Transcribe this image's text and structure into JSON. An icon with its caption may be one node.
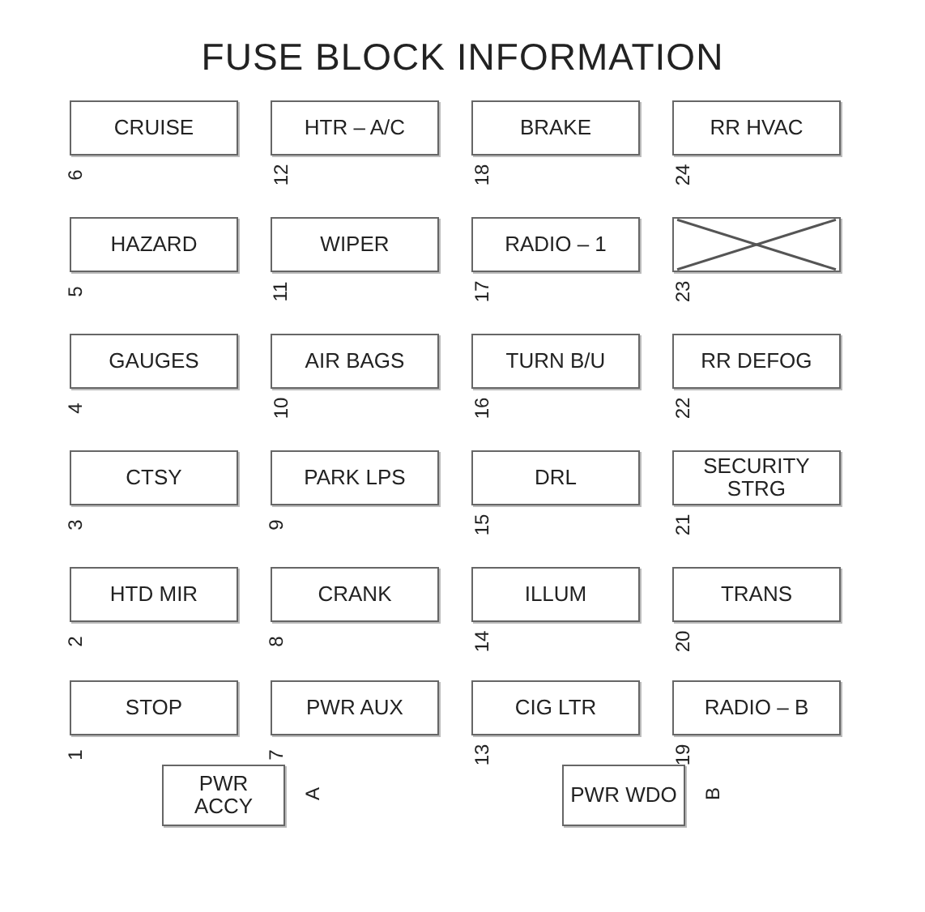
{
  "diagram": {
    "title": "FUSE BLOCK INFORMATION",
    "nodes": [
      {
        "text": [
          "CRUISE"
        ],
        "beside": [
          "6"
        ]
      },
      {
        "text": [
          "HTR – A/C"
        ],
        "beside": [
          "12"
        ]
      },
      {
        "text": [
          "BRAKE"
        ],
        "beside": [
          "18"
        ]
      },
      {
        "text": [
          "RR HVAC"
        ],
        "beside": [
          "24"
        ]
      },
      {
        "text": [
          "HAZARD"
        ],
        "beside": [
          "5"
        ]
      },
      {
        "text": [
          "WIPER"
        ],
        "beside": [
          "11"
        ]
      },
      {
        "text": [
          "RADIO – 1"
        ],
        "beside": [
          "17"
        ]
      },
      {
        "text": [],
        "shape": "box",
        "beside": [
          "23"
        ]
      },
      {
        "text": [
          "GAUGES"
        ],
        "beside": [
          "4"
        ]
      },
      {
        "text": [
          "AIR BAGS"
        ],
        "beside": [
          "10"
        ]
      },
      {
        "text": [
          "TURN B/U"
        ],
        "beside": [
          "16"
        ]
      },
      {
        "text": [
          "RR DEFOG"
        ],
        "beside": [
          "22"
        ]
      },
      {
        "text": [
          "CTSY"
        ],
        "beside": [
          "3"
        ]
      },
      {
        "text": [
          "PARK LPS"
        ],
        "beside": [
          "9"
        ]
      },
      {
        "text": [
          "DRL"
        ],
        "beside": [
          "15"
        ]
      },
      {
        "text": [
          "SECURITY STRG"
        ],
        "beside": [
          "21"
        ]
      },
      {
        "text": [
          "HTD MIR"
        ],
        "beside": [
          "2"
        ]
      },
      {
        "text": [
          "CRANK"
        ],
        "beside": [
          "8"
        ]
      },
      {
        "text": [
          "ILLUM"
        ],
        "beside": [
          "14"
        ]
      },
      {
        "text": [
          "TRANS"
        ],
        "beside": [
          "20"
        ]
      },
      {
        "text": [
          "STOP"
        ],
        "beside": [
          "1"
        ]
      },
      {
        "text": [
          "PWR AUX"
        ],
        "beside": [
          "7"
        ]
      },
      {
        "text": [
          "CIG LTR"
        ],
        "beside": [
          "13"
        ]
      },
      {
        "text": [
          "RADIO – B"
        ],
        "beside": [
          "19"
        ]
      },
      {
        "text": [
          "PWR ACCY"
        ],
        "beside": [
          "A"
        ]
      },
      {
        "text": [
          "PWR WDO"
        ],
        "beside": [
          "B"
        ]
      }
    ]
  }
}
